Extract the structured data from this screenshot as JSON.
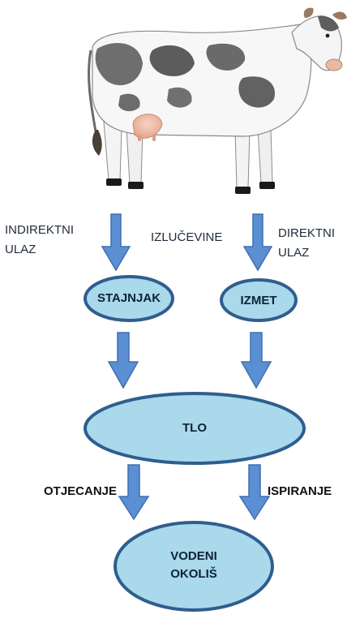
{
  "diagram": {
    "nodes": {
      "stajnjak": "STAJNJAK",
      "izmet": "IZMET",
      "tlo": "TLO",
      "vodeni_okolis": [
        "VODENI",
        "OKOLIŠ"
      ]
    },
    "edge_labels": {
      "indirektni_ulaz": [
        "INDIREKTNI",
        "ULAZ"
      ],
      "izlucevine": "IZLUČEVINE",
      "direktni_ulaz": [
        "DIREKTNI",
        "ULAZ"
      ],
      "otjecanje": "OTJECANJE",
      "ispiranje": "ISPIRANJE"
    },
    "colors": {
      "node_fill": "#a9d9eb",
      "node_stroke": "#2f5e8e",
      "arrow_fill": "#5b8fd3",
      "arrow_stroke": "#3f6fb0"
    }
  }
}
